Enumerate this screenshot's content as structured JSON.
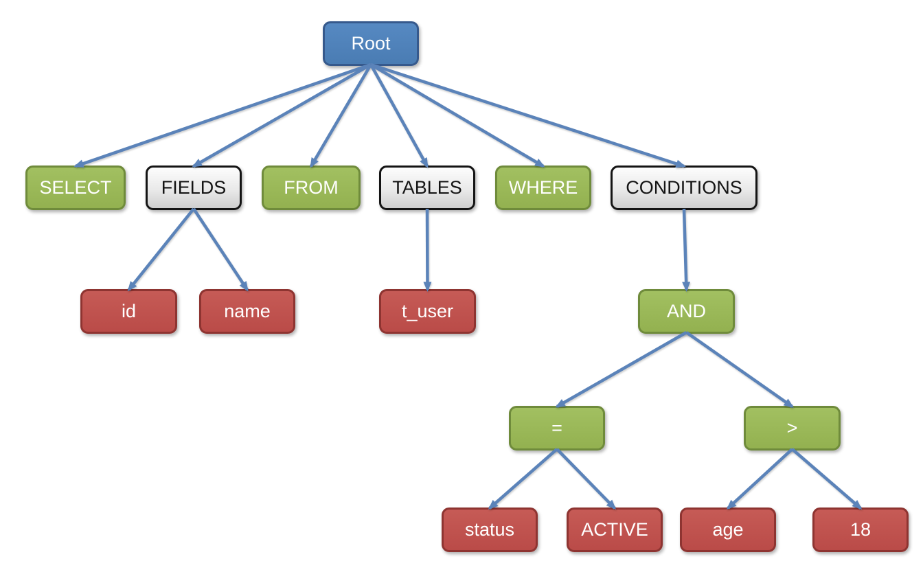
{
  "diagram": {
    "type": "tree",
    "colors": {
      "root_fill": "#4f81bd",
      "root_border": "#36598c",
      "keyword_fill": "#9bbb59",
      "keyword_border": "#6f8b3b",
      "group_fill": "#e3e3e3",
      "group_border": "#141414",
      "value_fill": "#c0504d",
      "value_border": "#8e3431",
      "arrow": "#5b83b9",
      "background": "#ffffff"
    },
    "nodes": [
      {
        "id": "root",
        "label": "Root",
        "type": "root"
      },
      {
        "id": "select",
        "label": "SELECT",
        "type": "keyword"
      },
      {
        "id": "fields",
        "label": "FIELDS",
        "type": "group"
      },
      {
        "id": "from",
        "label": "FROM",
        "type": "keyword"
      },
      {
        "id": "tables",
        "label": "TABLES",
        "type": "group"
      },
      {
        "id": "where",
        "label": "WHERE",
        "type": "keyword"
      },
      {
        "id": "conditions",
        "label": "CONDITIONS",
        "type": "group"
      },
      {
        "id": "id",
        "label": "id",
        "type": "value"
      },
      {
        "id": "name",
        "label": "name",
        "type": "value"
      },
      {
        "id": "t_user",
        "label": "t_user",
        "type": "value"
      },
      {
        "id": "and",
        "label": "AND",
        "type": "keyword"
      },
      {
        "id": "eq",
        "label": "=",
        "type": "keyword"
      },
      {
        "id": "gt",
        "label": ">",
        "type": "keyword"
      },
      {
        "id": "status",
        "label": "status",
        "type": "value"
      },
      {
        "id": "active",
        "label": "ACTIVE",
        "type": "value"
      },
      {
        "id": "age",
        "label": "age",
        "type": "value"
      },
      {
        "id": "eighteen",
        "label": "18",
        "type": "value"
      }
    ],
    "edges": [
      {
        "from": "root",
        "to": "select"
      },
      {
        "from": "root",
        "to": "fields"
      },
      {
        "from": "root",
        "to": "from"
      },
      {
        "from": "root",
        "to": "tables"
      },
      {
        "from": "root",
        "to": "where"
      },
      {
        "from": "root",
        "to": "conditions"
      },
      {
        "from": "fields",
        "to": "id"
      },
      {
        "from": "fields",
        "to": "name"
      },
      {
        "from": "tables",
        "to": "t_user"
      },
      {
        "from": "conditions",
        "to": "and"
      },
      {
        "from": "and",
        "to": "eq"
      },
      {
        "from": "and",
        "to": "gt"
      },
      {
        "from": "eq",
        "to": "status"
      },
      {
        "from": "eq",
        "to": "active"
      },
      {
        "from": "gt",
        "to": "age"
      },
      {
        "from": "gt",
        "to": "eighteen"
      }
    ]
  }
}
